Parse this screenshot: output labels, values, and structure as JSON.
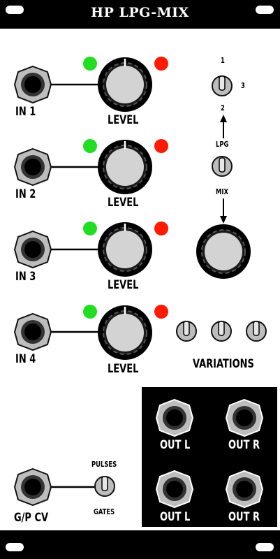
{
  "module": {
    "title": "HP LPG-MIX"
  },
  "channels": [
    {
      "input_label": "IN 1",
      "level_label": "LEVEL"
    },
    {
      "input_label": "IN 2",
      "level_label": "LEVEL"
    },
    {
      "input_label": "IN 3",
      "level_label": "LEVEL"
    },
    {
      "input_label": "IN 4",
      "level_label": "LEVEL"
    }
  ],
  "mode_switch": {
    "pos1": "1",
    "pos2": "2",
    "pos3": "3"
  },
  "lpg_mix": {
    "lpg_label": "LPG",
    "mix_label": "MIX"
  },
  "variations": {
    "label": "VARIATIONS"
  },
  "outputs": {
    "out_l_top": "OUT L",
    "out_r_top": "OUT R",
    "out_l_bottom": "OUT L",
    "out_r_bottom": "OUT R"
  },
  "gp_cv": {
    "label": "G/P CV",
    "switch_top": "PULSES",
    "switch_bottom": "GATES"
  },
  "colors": {
    "led_green": "#22dd22",
    "led_red": "#ff1a00",
    "panel": "#ffffff",
    "rail": "#000000"
  }
}
